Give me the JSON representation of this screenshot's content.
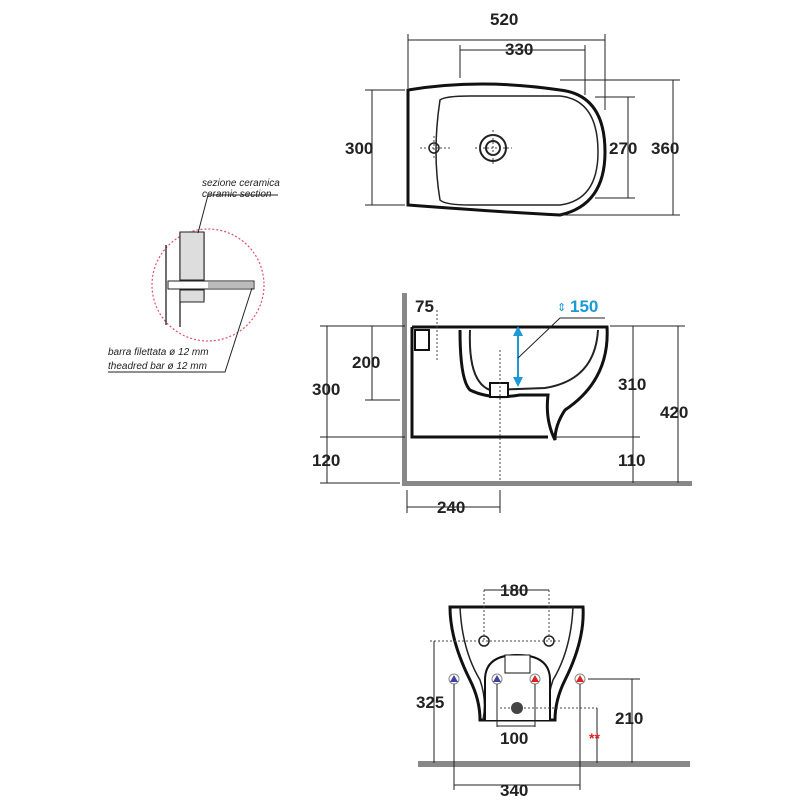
{
  "top_view": {
    "width_total": "520",
    "bowl_length": "330",
    "depth_left": "300",
    "bowl_width": "270",
    "depth_total": "360"
  },
  "detail": {
    "label_it_1": "sezione ceramica",
    "label_en_1": "ceramic section",
    "label_it_2": "barra filettata ø 12 mm",
    "label_en_2": "theadred bar ø 12 mm"
  },
  "side_view": {
    "tap_offset": "75",
    "water_depth": "150",
    "inlet_height": "200",
    "body_height": "300",
    "floor_gap": "120",
    "front_height": "310",
    "total_height": "420",
    "bottom_gap": "110",
    "drain_distance": "240"
  },
  "front_view": {
    "fixing_spacing": "180",
    "inlet_height": "325",
    "drain_height": "210",
    "tap_spacing": "100",
    "supply_spacing": "340",
    "note_marker": "**"
  },
  "colors": {
    "accent_blue": "#1a9ad6",
    "hot": "#e02020",
    "cold": "#4040a0",
    "wall": "#888888",
    "detail_circle": "#e0506a"
  }
}
